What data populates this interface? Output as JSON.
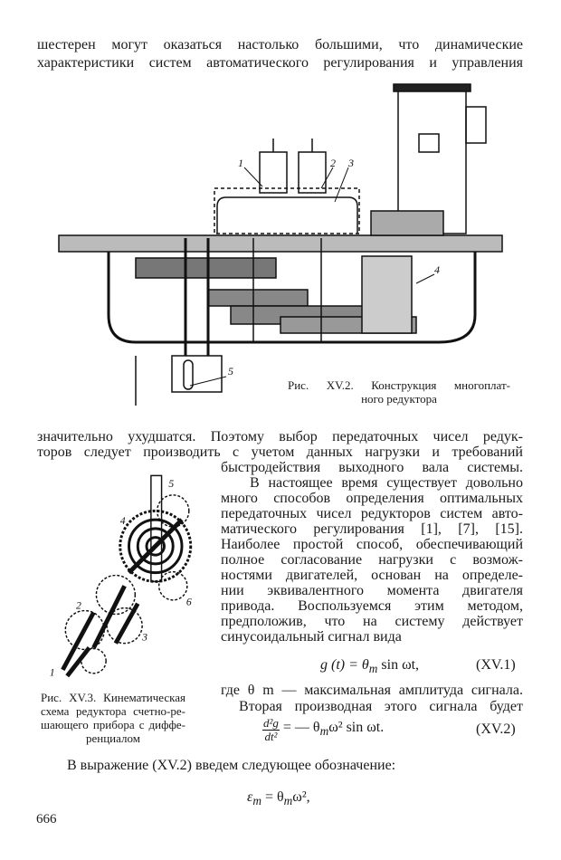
{
  "top_lines": [
    "шестерен могут оказаться настолько большими, что динамические",
    "характеристики систем автоматического регулирования и управления"
  ],
  "figure_2": {
    "labels": [
      "1",
      "2",
      "3",
      "4",
      "5"
    ],
    "caption_lines": [
      "Рис. XV.2. Конструкция многоплат-",
      "ного редуктора"
    ]
  },
  "para1_lines": [
    "значительно ухудшатся. Поэтому выбор передаточных чисел редук-",
    "торов следует производить с учетом данных нагрузки и требований",
    "быстродействия выходного вала системы."
  ],
  "para2_lines": [
    "В настоящее время существует довольно",
    "много способов определения оптимальных",
    "передаточных чисел редукторов систем авто-",
    "матического регулирования [1], [7], [15].",
    "Наиболее простой способ, обеспечивающий",
    "полное согласование нагрузки с возмож-",
    "ностями двигателей, основан на определе-",
    "нии эквивалентного момента двигателя",
    "привода. Воспользуемся этим методом,",
    "предположив, что на систему действует",
    "синусоидальный сигнал вида"
  ],
  "figure_3": {
    "labels": [
      "1",
      "2",
      "3",
      "4",
      "5",
      "6"
    ],
    "caption_lines": [
      "Рис. XV.3. Кинематическая",
      "схема редуктора счетно-ре-",
      "шающего прибора с диффе-",
      "ренциалом"
    ]
  },
  "eq1": {
    "lhs": "g (t) = θ",
    "sub": "m",
    "rhs": " sin ωt,",
    "number": "(XV.1)"
  },
  "where_line": "где θ m — максимальная амплитуда сигнала.",
  "second_line": "Вторая производная этого сигнала будет",
  "eq2": {
    "num": "d²g",
    "den": "dt²",
    "rhs": "= — θ",
    "sub": "m",
    "rhs2": "ω² sin ωt.",
    "number": "(XV.2)"
  },
  "intro_line": "В выражение (XV.2) введем следующее обозначение:",
  "eq3": {
    "lhs": "ε",
    "sub1": "m",
    "mid": " = θ",
    "sub2": "m",
    "rhs": "ω²,"
  },
  "page_number": "666"
}
